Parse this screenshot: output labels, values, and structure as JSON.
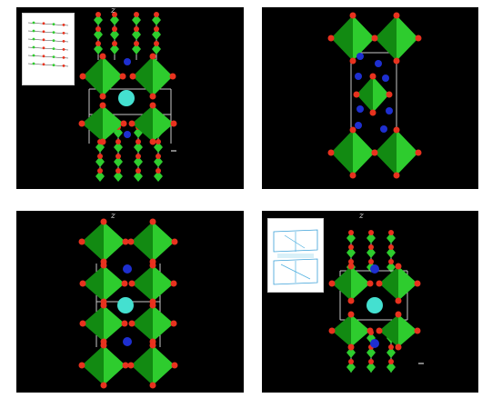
{
  "panels": [
    {
      "id": "top-left",
      "axis_label": "z",
      "has_inset": true,
      "inset_style": "chain-legend"
    },
    {
      "id": "top-right",
      "axis_label": "",
      "has_inset": false
    },
    {
      "id": "bottom-left",
      "axis_label": "z",
      "has_inset": false
    },
    {
      "id": "bottom-right",
      "axis_label": "z",
      "has_inset": true,
      "inset_style": "blue-sketch"
    }
  ],
  "colors": {
    "panel_background": "#000000",
    "page_background": "#ffffff",
    "octahedron": "#2ecc2e",
    "octahedron_dark": "#128a12",
    "oxygen": "#e8321e",
    "small_cation": "#1e2fd0",
    "large_cation": "#44e0d0",
    "bond": "#c8c8c8"
  }
}
